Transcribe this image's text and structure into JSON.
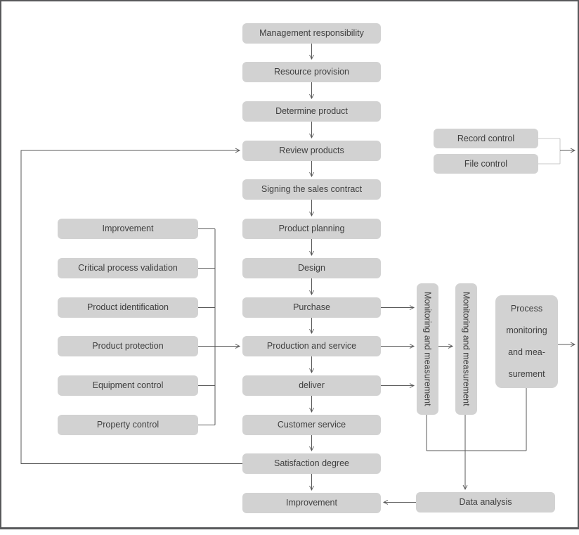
{
  "diagram": {
    "type": "flowchart",
    "main_flow": [
      "Management responsibility",
      "Resource provision",
      "Determine product",
      "Review products",
      "Signing the sales contract",
      "Product planning",
      "Design",
      "Purchase",
      "Production and service",
      "deliver",
      "Customer service",
      "Satisfaction degree",
      "Improvement"
    ],
    "support_processes": [
      "Improvement",
      "Critical process validation",
      "Product identification",
      "Product protection",
      "Equipment control",
      "Property control"
    ],
    "document_controls": [
      "Record control",
      "File control"
    ],
    "monitoring_boxes": [
      "Monitoring and measurement",
      "Monitoring and measurement"
    ],
    "process_monitoring_lines": [
      "Process",
      "monitoring",
      "and mea-",
      "surement"
    ],
    "data_analysis": "Data analysis",
    "colors": {
      "box_fill": "#d2d2d2",
      "text": "#3f3f3f",
      "connector": "#595959",
      "bracket_light": "#c9c9c9",
      "frame": "#58595b"
    }
  }
}
